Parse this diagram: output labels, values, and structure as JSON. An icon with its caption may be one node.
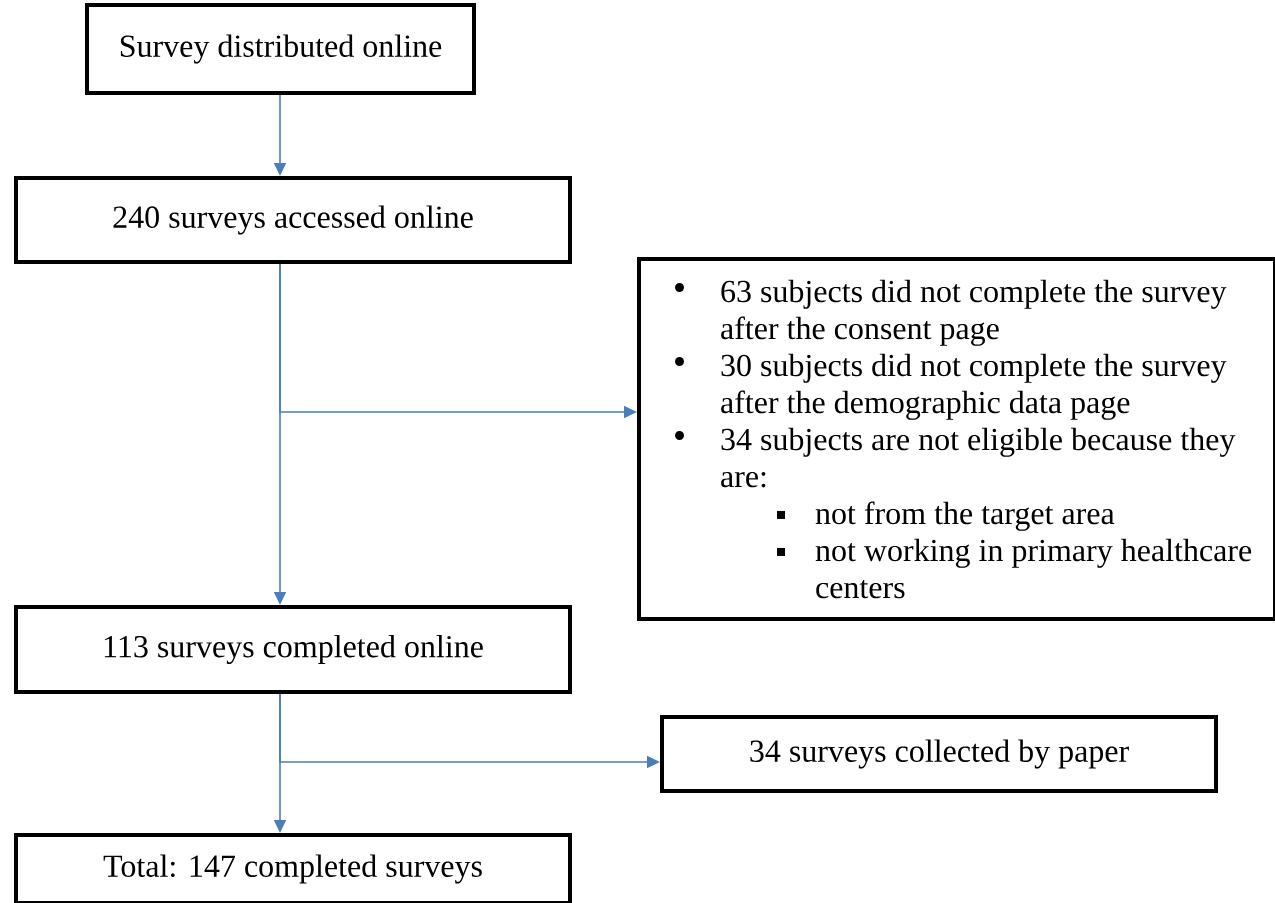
{
  "diagram": {
    "nodes": [
      {
        "text": [
          "Survey distributed online"
        ]
      },
      {
        "text": [
          "240 surveys accessed online"
        ]
      },
      {
        "text": [
          "63 subjects did not complete the survey after the consent page",
          "30 subjects did not complete the survey after the demographic data page",
          "34 subjects are not eligible because they are:",
          "not from the target area",
          "not working in primary healthcare centers"
        ]
      },
      {
        "text": [
          "113 surveys completed online"
        ]
      },
      {
        "text": [
          "34 surveys collected by paper"
        ]
      },
      {
        "text": [
          "Total: 147 completed surveys"
        ]
      }
    ],
    "edges": [
      {
        "from": 0,
        "to": 1,
        "arrow": "to"
      },
      {
        "from": 1,
        "to": 2,
        "arrow": "to"
      },
      {
        "from": 1,
        "to": 3,
        "arrow": "to"
      },
      {
        "from": 3,
        "to": 4,
        "arrow": "to"
      },
      {
        "from": 3,
        "to": 5,
        "arrow": "to"
      }
    ]
  }
}
